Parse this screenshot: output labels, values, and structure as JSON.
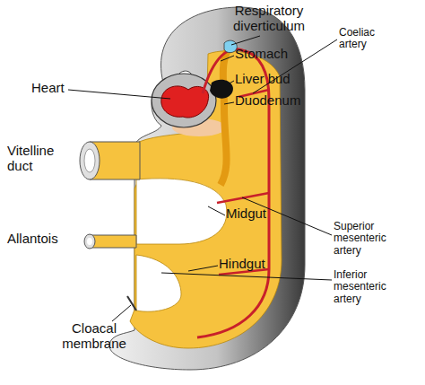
{
  "diagram": {
    "labels": [
      "Respiratory diverticulum",
      "Stomach",
      "Coeliac artery",
      "Heart",
      "Liver bud",
      "Duodenum",
      "Vitelline duct",
      "Midgut",
      "Superior mesenteric artery",
      "Allantois",
      "Hindgut",
      "Inferior mesenteric artery",
      "Cloacal membrane"
    ]
  }
}
